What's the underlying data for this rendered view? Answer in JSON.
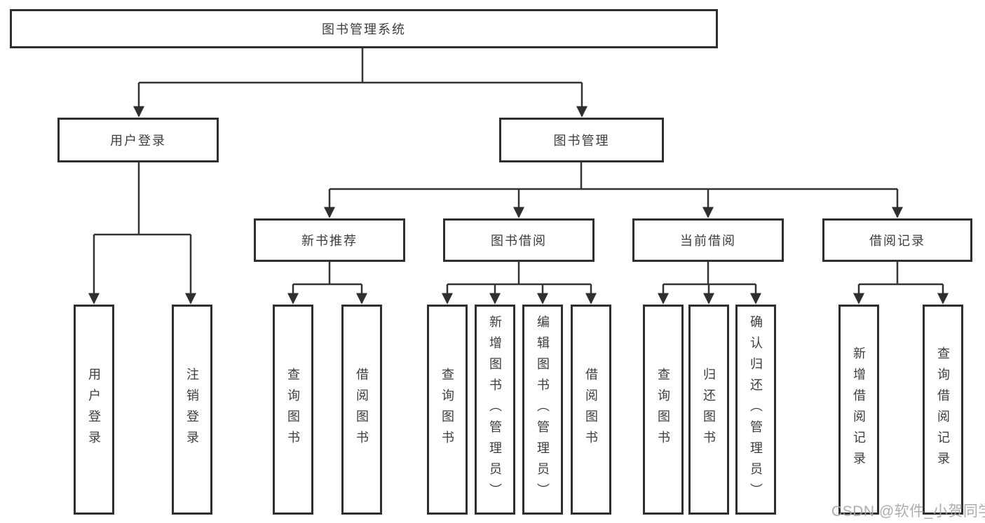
{
  "diagram": {
    "tree": {
      "label": "图书管理系统",
      "children": [
        {
          "label": "用户登录",
          "children": [
            {
              "label": "用户登录"
            },
            {
              "label": "注销登录"
            }
          ]
        },
        {
          "label": "图书管理",
          "children": [
            {
              "label": "新书推荐",
              "children": [
                {
                  "label": "查询图书"
                },
                {
                  "label": "借阅图书"
                }
              ]
            },
            {
              "label": "图书借阅",
              "children": [
                {
                  "label": "查询图书"
                },
                {
                  "label": "新增图书（管理员）"
                },
                {
                  "label": "编辑图书（管理员）"
                },
                {
                  "label": "借阅图书"
                }
              ]
            },
            {
              "label": "当前借阅",
              "children": [
                {
                  "label": "查询图书"
                },
                {
                  "label": "归还图书"
                },
                {
                  "label": "确认归还（管理员）"
                }
              ]
            },
            {
              "label": "借阅记录",
              "children": [
                {
                  "label": "新增借阅记录"
                },
                {
                  "label": "查询借阅记录"
                }
              ]
            }
          ]
        }
      ]
    },
    "watermark": "CSDN @软件_小贺同学",
    "colors": {
      "line": "#333333",
      "box_border": "#2f2f2f",
      "text": "#3d3d3d",
      "background": "#ffffff",
      "watermark": "#a5a5a5"
    }
  }
}
